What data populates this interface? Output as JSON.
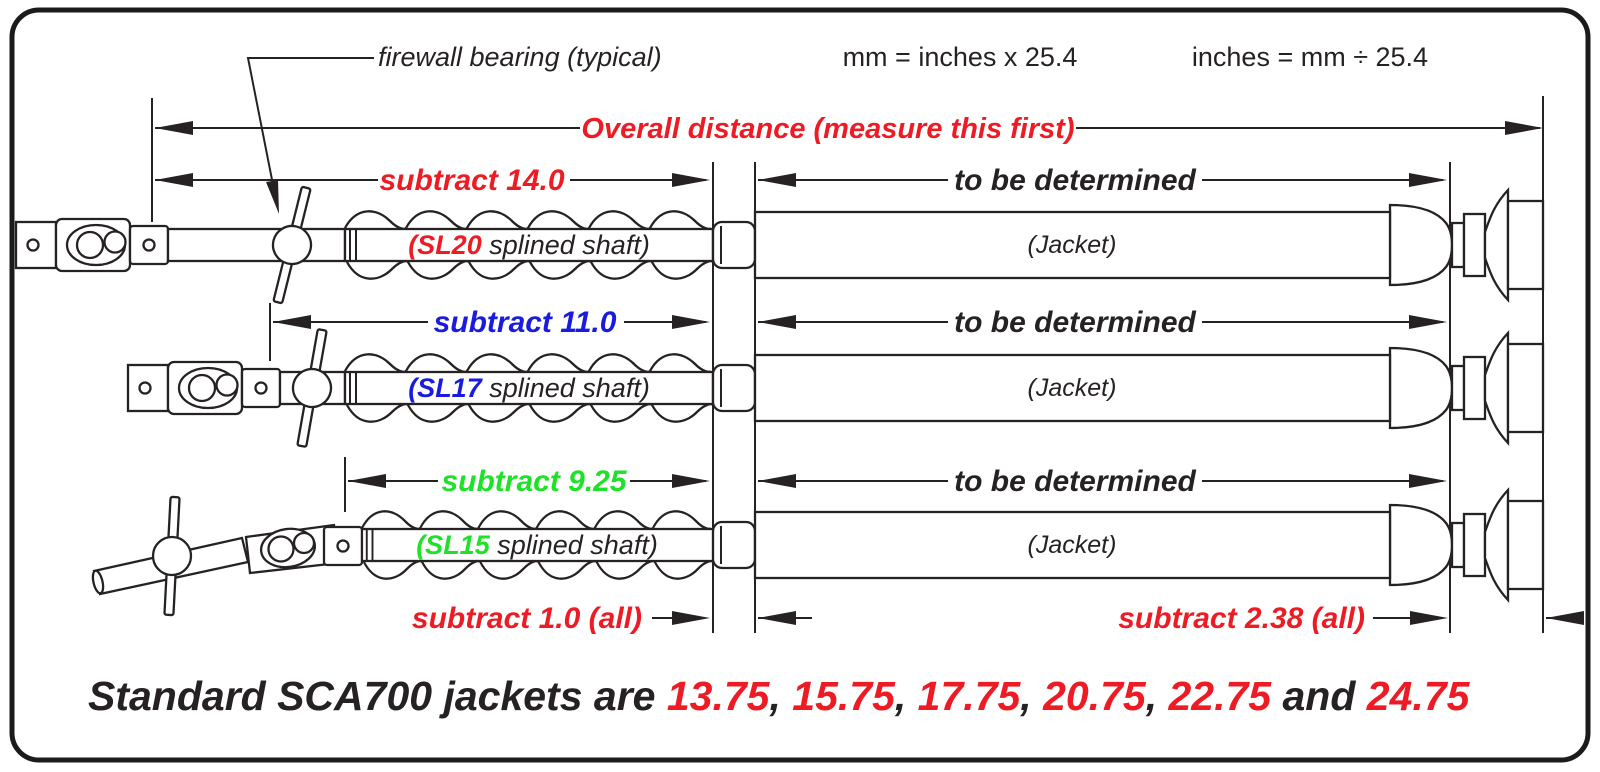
{
  "colors": {
    "red": "#ed1c24",
    "blue": "#1a1ae0",
    "green": "#1ee128",
    "ink": "#262223"
  },
  "header": {
    "firewall_label": "firewall bearing (typical)",
    "mm_formula": "mm = inches x 25.4",
    "inches_formula": "inches = mm ÷ 25.4"
  },
  "overall_dimension": {
    "label": "Overall distance (measure this first)"
  },
  "rows": [
    {
      "color": "#ed1c24",
      "subtract_label": "subtract 14.0",
      "shaft_code": "(SL20",
      "shaft_label_rest": " splined shaft)",
      "tbd_label": "to be determined",
      "jacket_label": "(Jacket)"
    },
    {
      "color": "#1a1ae0",
      "subtract_label": "subtract 11.0",
      "shaft_code": "(SL17",
      "shaft_label_rest": " splined shaft)",
      "tbd_label": "to be determined",
      "jacket_label": "(Jacket)"
    },
    {
      "color": "#1ee128",
      "subtract_label": "subtract 9.25",
      "shaft_code": "(SL15",
      "shaft_label_rest": " splined shaft)",
      "tbd_label": "to be determined",
      "jacket_label": "(Jacket)"
    }
  ],
  "bottom_dimensions": {
    "shaft_subtract_label": "subtract 1.0 (all)",
    "column_subtract_label": "subtract 2.38 (all)"
  },
  "footer": {
    "prefix": "Standard SCA700 jackets are ",
    "size_1": "13.75",
    "sep_1": ", ",
    "size_2": "15.75",
    "sep_2": ", ",
    "size_3": "17.75",
    "sep_3": ", ",
    "size_4": "20.75",
    "sep_4": ", ",
    "size_5": "22.75",
    "and_word": " and ",
    "size_6": "24.75"
  }
}
